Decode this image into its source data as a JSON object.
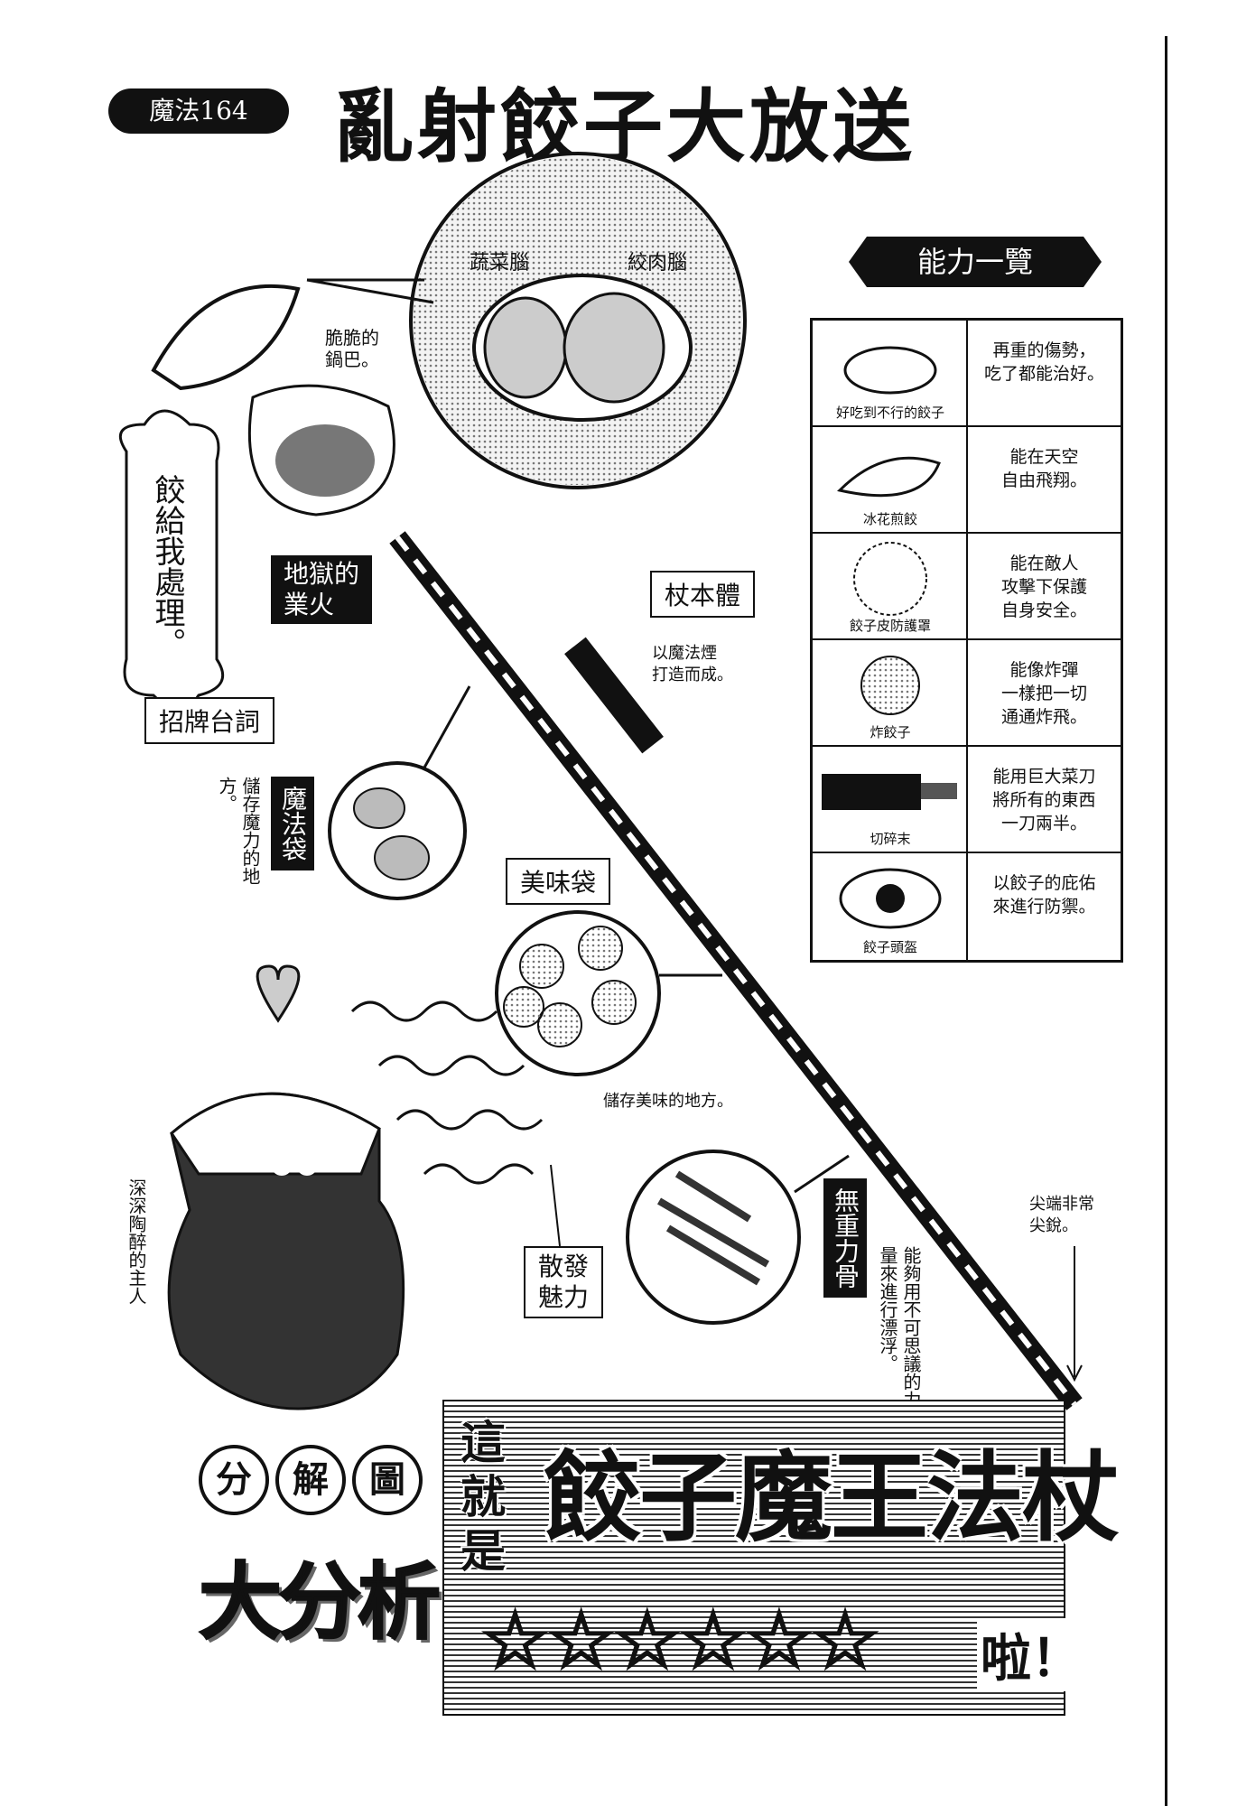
{
  "header": {
    "chapter": "魔法164",
    "title": "亂射餃子大放送"
  },
  "labels": {
    "crispy": "脆脆的\n鍋巴。",
    "veg_brain": "蔬菜腦",
    "meat_brain": "絞肉腦",
    "hell_fire": "地獄的\n業火",
    "catchphrase_box": "招牌台詞",
    "catchphrase": "餃給我處理。",
    "staff_body": "杖本體",
    "staff_body_note": "以魔法煙\n打造而成。",
    "magic_bag": "魔法袋",
    "magic_bag_note": "儲存魔力的地方。",
    "tasty_bag": "美味袋",
    "tasty_bag_note": "儲存美味的地方。",
    "charm": "散發\n魅力",
    "weightless_bone": "無重力骨",
    "weightless_note": "能夠用不可思議的力量來進行漂浮。",
    "tip_note": "尖端非常\n尖銳。",
    "master": "深深陶醉的主人"
  },
  "abilities": {
    "heading": "能力一覽",
    "rows": [
      {
        "name": "好吃到不行的餃子",
        "desc": "再重的傷勢，\n吃了都能治好。"
      },
      {
        "name": "冰花煎餃",
        "desc": "能在天空\n自由飛翔。"
      },
      {
        "name": "餃子皮防護罩",
        "desc": "能在敵人\n攻擊下保護\n自身安全。"
      },
      {
        "name": "炸餃子",
        "desc": "能像炸彈\n一樣把一切\n通通炸飛。"
      },
      {
        "name": "切碎末",
        "desc": "能用巨大菜刀\n將所有的東西\n一刀兩半。"
      },
      {
        "name": "餃子頭盔",
        "desc": "以餃子的庇佑\n來進行防禦。"
      }
    ]
  },
  "banner": {
    "circle1": "分",
    "circle2": "解",
    "circle3": "圖",
    "analysis": "大分析",
    "prefix": "這就是",
    "title": "餃子魔王法杖",
    "stars": "☆☆☆☆☆☆",
    "exclaim": "啦！"
  }
}
